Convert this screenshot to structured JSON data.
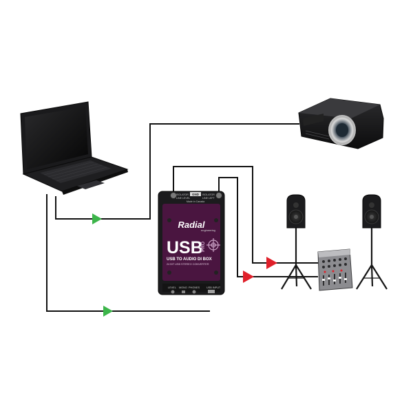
{
  "di_box": {
    "brand": "Radial",
    "brand_sub": "engineering",
    "model": "USB",
    "model_suffix": "PRO",
    "tagline": "USB TO AUDIO DI BOX",
    "subtag": "24 BIT USB STEREO CONVERTER",
    "top_label_left": "ISOLATOR",
    "top_label_left_sub": "LINE LEVEL",
    "top_label_right": "ISOLATOR",
    "top_label_right_sub": "LINE LEFT",
    "top_badge": "GND",
    "made_in": "Made in Canada",
    "bottom_labels": [
      "LEVEL",
      "MONO",
      "PHONES"
    ],
    "usb_label": "USB INPUT"
  },
  "colors": {
    "cable": "#111111",
    "arrow_input": "#3cb54a",
    "arrow_output": "#e0202a",
    "box_body": "#1b1b1d",
    "box_panel": "#4a1540",
    "accent": "#c9a0c4"
  },
  "icons": [
    "laptop-icon",
    "projector-icon",
    "speaker-icon",
    "mixer-icon",
    "tripod-stand-icon"
  ]
}
